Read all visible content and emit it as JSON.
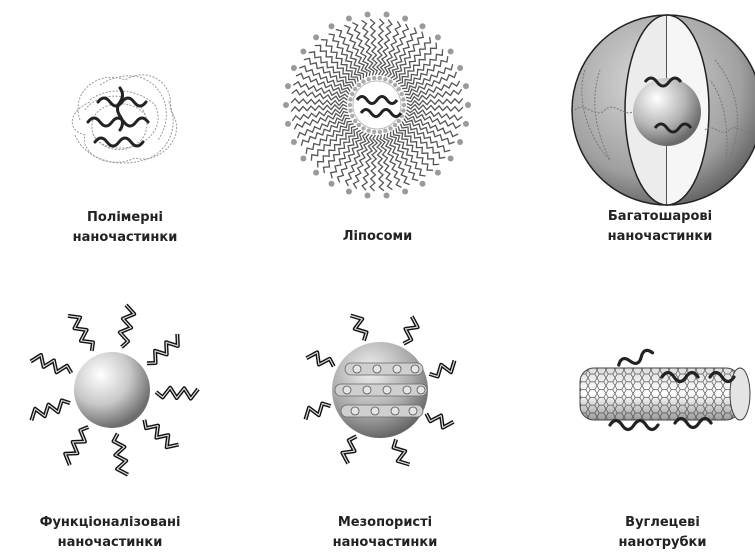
{
  "panels": [
    {
      "id": "polymeric",
      "lines": [
        "Полімерні",
        "наночастинки"
      ]
    },
    {
      "id": "liposomes",
      "lines": [
        "Ліпосоми"
      ]
    },
    {
      "id": "multilayer",
      "lines": [
        "Багатошарові",
        "наночастинки"
      ]
    },
    {
      "id": "functionalized",
      "lines": [
        "Функціоналізовані",
        "наночастинки"
      ]
    },
    {
      "id": "mesoporous",
      "lines": [
        "Мезопористі",
        "наночастинки"
      ]
    },
    {
      "id": "nanotubes",
      "lines": [
        "Вуглецеві",
        "нанотрубки"
      ]
    }
  ],
  "colors": {
    "ink": "#222222",
    "sphere_light": "#f2f2f2",
    "sphere_dark": "#6e6e6e",
    "coil": "#8a8a8a"
  }
}
